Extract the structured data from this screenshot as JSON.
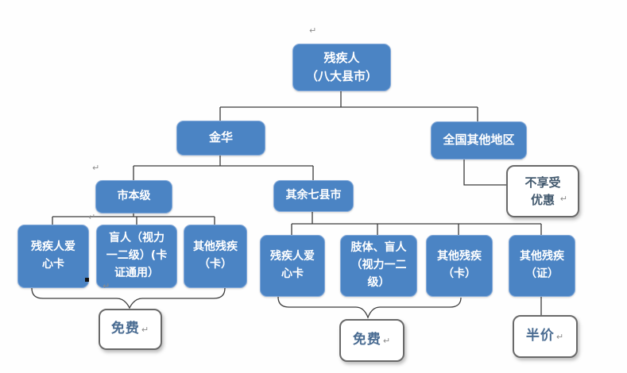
{
  "diagram": {
    "root": {
      "label": "残疾人\n（八大县市）"
    },
    "level2": {
      "jinhua": {
        "label": "金华"
      },
      "national_other": {
        "label": "全国其他地区"
      }
    },
    "level3": {
      "city_level": {
        "label": "市本级"
      },
      "seven_counties": {
        "label": "其余七县市"
      }
    },
    "city_children": [
      {
        "label": "残疾人爱\n心卡"
      },
      {
        "label": "盲人（视力\n一二级）(卡\n证通用）"
      },
      {
        "label": "其他残疾\n（卡）"
      }
    ],
    "county_children": [
      {
        "label": "残疾人爱\n心卡"
      },
      {
        "label": "肢体、盲人\n（视力一二\n级）"
      },
      {
        "label": "其他残疾\n（卡）"
      },
      {
        "label": "其他残疾\n（证）"
      }
    ],
    "results": {
      "no_discount": {
        "label": "不享受\n优惠"
      },
      "free_city": {
        "label": "免费"
      },
      "free_county": {
        "label": "免费"
      },
      "half_price": {
        "label": "半价"
      }
    }
  },
  "marks": {
    "paragraph_return": "↵",
    "bullet": "▪"
  },
  "colors": {
    "node_blue": "#4b84c4",
    "node_border": "#82a9da",
    "node_text": "#ffffff",
    "connector": "#3b3b3b",
    "result_border": "#696969",
    "result_text_blue": "#4a6c92",
    "result_text_dark": "#42596e",
    "mark_gray": "#8c8c8c"
  }
}
